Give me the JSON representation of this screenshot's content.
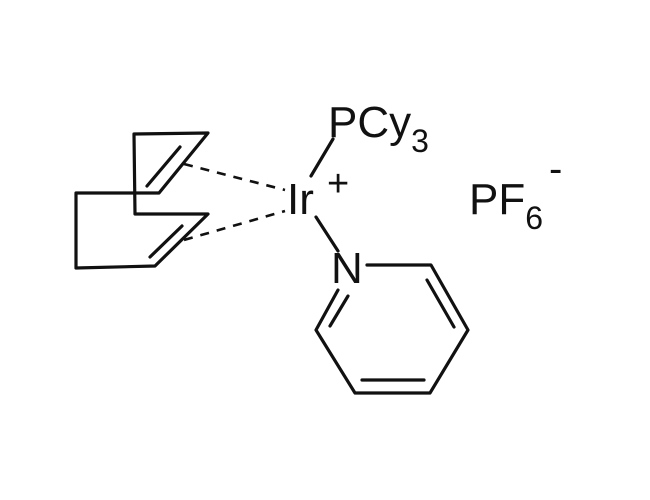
{
  "structure": {
    "ligand_p": {
      "main": "PCy",
      "subscript": "3"
    },
    "metal": {
      "symbol": "Ir",
      "charge": "+"
    },
    "ligand_n": {
      "symbol": "N"
    },
    "counterion": {
      "main": "PF",
      "subscript": "6",
      "charge": "-"
    }
  },
  "colors": {
    "ink": "#111111",
    "background": "#ffffff"
  }
}
